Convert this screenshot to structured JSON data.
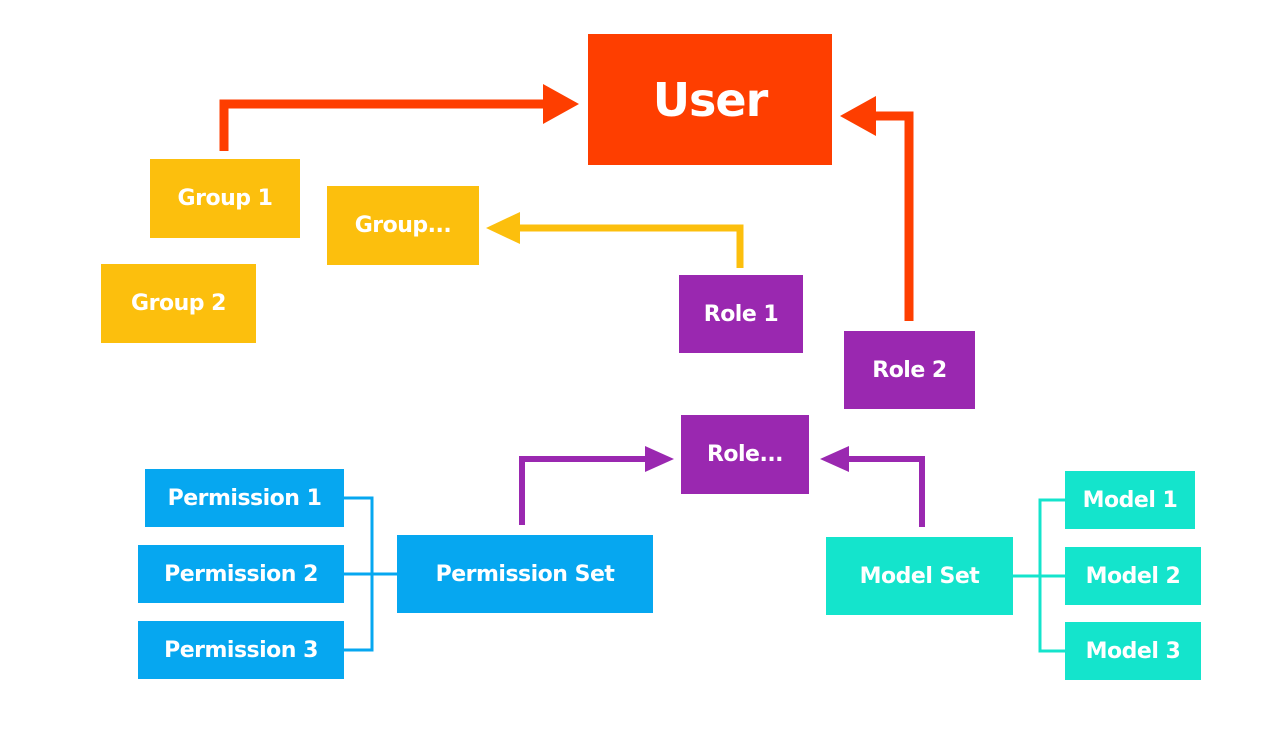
{
  "colors": {
    "user": "#fe3e00",
    "group": "#fcbf0d",
    "role": "#9a28b0",
    "permission": "#06a7f0",
    "model": "#14e4cc",
    "arrow_user": "#fe3e00",
    "arrow_group": "#fcbf0d",
    "arrow_role": "#9a28b0",
    "connector_permission": "#06a7f0",
    "connector_model": "#14e4cc"
  },
  "nodes": {
    "user": "User",
    "group_1": "Group 1",
    "group_more": "Group...",
    "group_2": "Group 2",
    "role_1": "Role 1",
    "role_2": "Role 2",
    "role_more": "Role...",
    "permission_1": "Permission 1",
    "permission_2": "Permission 2",
    "permission_3": "Permission 3",
    "permission_set": "Permission Set",
    "model_set": "Model Set",
    "model_1": "Model 1",
    "model_2": "Model 2",
    "model_3": "Model 3"
  }
}
